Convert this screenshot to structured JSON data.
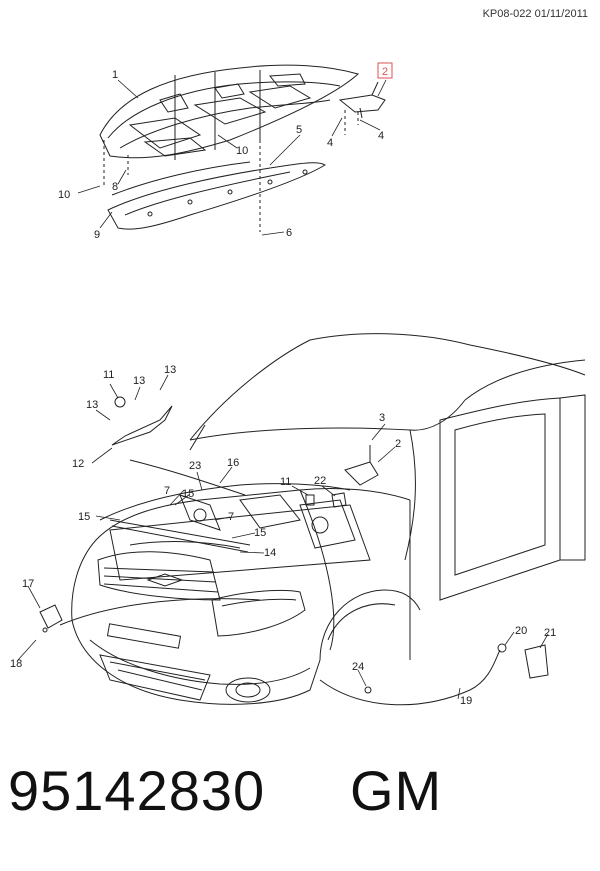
{
  "header": {
    "reference": "KP08-022 01/11/2011"
  },
  "footer": {
    "part_number": "95142830",
    "make": "GM"
  },
  "callouts": {
    "c1": "1",
    "c2": "2",
    "c3": "3",
    "c4": "4",
    "c5": "5",
    "c6": "6",
    "c7": "7",
    "c8": "8",
    "c9": "9",
    "c10": "10",
    "c11": "11",
    "c12": "12",
    "c13": "13",
    "c14": "14",
    "c15": "15",
    "c16": "16",
    "c17": "17",
    "c18": "18",
    "c19": "19",
    "c20": "20",
    "c21": "21",
    "c22": "22",
    "c23": "23",
    "c24": "24"
  },
  "colors": {
    "highlight": "#d9534f",
    "line": "#222222"
  }
}
